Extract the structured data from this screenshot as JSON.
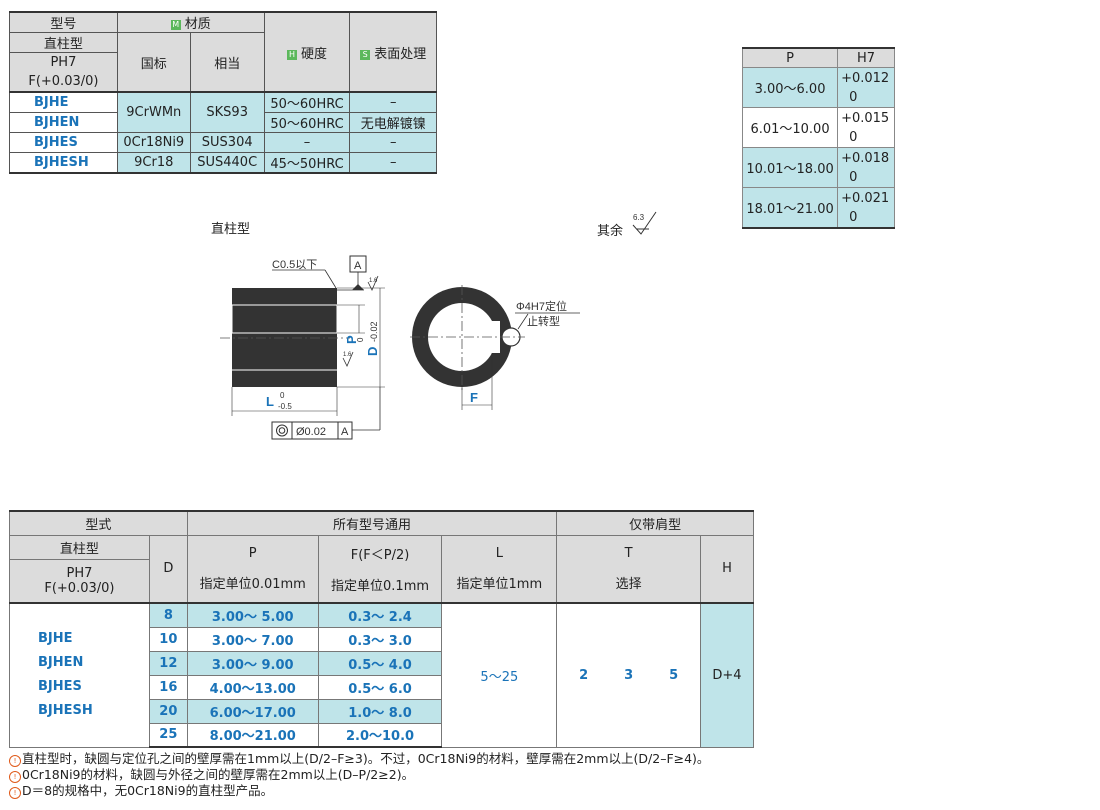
{
  "material_table": {
    "h_type": "型号",
    "h_material": "材质",
    "h_hardness": "硬度",
    "h_surface": "表面处理",
    "h_shape": "直柱型",
    "h_gb": "国标",
    "h_eq": "相当",
    "h_ph7": "PH7",
    "h_f": "F(+0.03/0)",
    "badge_m": "M",
    "badge_h": "H",
    "badge_s": "S",
    "rows": [
      {
        "code": "BJHE",
        "gb": "9CrWMn",
        "eq": "SKS93",
        "hard": "50～60HRC",
        "surf": "–"
      },
      {
        "code": "BJHEN",
        "gb": "",
        "eq": "",
        "hard": "50～60HRC",
        "surf": "无电解镀镍"
      },
      {
        "code": "BJHES",
        "gb": "0Cr18Ni9",
        "eq": "SUS304",
        "hard": "–",
        "surf": "–"
      },
      {
        "code": "BJHESH",
        "gb": "9Cr18",
        "eq": "SUS440C",
        "hard": "45～50HRC",
        "surf": "–"
      }
    ]
  },
  "tolerance_table": {
    "h_p": "P",
    "h_h7": "H7",
    "rows": [
      {
        "p": "3.00～6.00",
        "upper": "+0.012",
        "lower": "0"
      },
      {
        "p": "6.01～10.00",
        "upper": "+0.015",
        "lower": "0"
      },
      {
        "p": "10.01～18.00",
        "upper": "+0.018",
        "lower": "0"
      },
      {
        "p": "18.01～21.00",
        "upper": "+0.021",
        "lower": "0"
      }
    ]
  },
  "drawing": {
    "title": "直柱型",
    "roughness_label": "其余",
    "roughness_value": "6.3",
    "roughness_small": "1.6",
    "chamfer": "C0.5以下",
    "datum": "A",
    "p_label": "P",
    "d_label": "D",
    "d_tol": "-0.02",
    "zero": "0",
    "l_label": "L",
    "l_tol": "-0.5",
    "f_label": "F",
    "pin_label_1": "Φ4H7定位",
    "pin_label_2": "止转型",
    "gdt_value": "Ø0.02",
    "gdt_datum": "A"
  },
  "spec_table": {
    "h_type": "型式",
    "h_all": "所有型号通用",
    "h_shoulder": "仅带肩型",
    "h_shape": "直柱型",
    "h_ph7": "PH7",
    "h_f": "F(+0.03/0)",
    "h_d": "D",
    "h_p": "P",
    "h_f2": "F(F＜P/2)",
    "h_l": "L",
    "h_t": "T",
    "h_h": "H",
    "u_p": "指定单位0.01mm",
    "u_f": "指定单位0.1mm",
    "u_l": "指定单位1mm",
    "u_t": "选择",
    "codes": [
      "BJHE",
      "BJHEN",
      "BJHES",
      "BJHESH"
    ],
    "rows": [
      {
        "d": "8",
        "p": "3.00～ 5.00",
        "f": "0.3～ 2.4"
      },
      {
        "d": "10",
        "p": "3.00～ 7.00",
        "f": "0.3～ 3.0"
      },
      {
        "d": "12",
        "p": "3.00～ 9.00",
        "f": "0.5～ 4.0"
      },
      {
        "d": "16",
        "p": "4.00～13.00",
        "f": "0.5～ 6.0"
      },
      {
        "d": "20",
        "p": "6.00～17.00",
        "f": "1.0～ 8.0"
      },
      {
        "d": "25",
        "p": "8.00～21.00",
        "f": "2.0～10.0"
      }
    ],
    "l_range": "5～25",
    "t1": "2",
    "t2": "3",
    "t3": "5",
    "h_val": "D+4"
  },
  "notes": {
    "n1": "直柱型时，缺圆与定位孔之间的壁厚需在1mm以上(D/2–F≥3)。不过，0Cr18Ni9的材料，壁厚需在2mm以上(D/2–F≥4)。",
    "n2": "0Cr18Ni9的材料，缺圆与外径之间的壁厚需在2mm以上(D–P/2≥2)。",
    "n3": "D＝8的规格中，无0Cr18Ni9的直柱型产品。"
  }
}
